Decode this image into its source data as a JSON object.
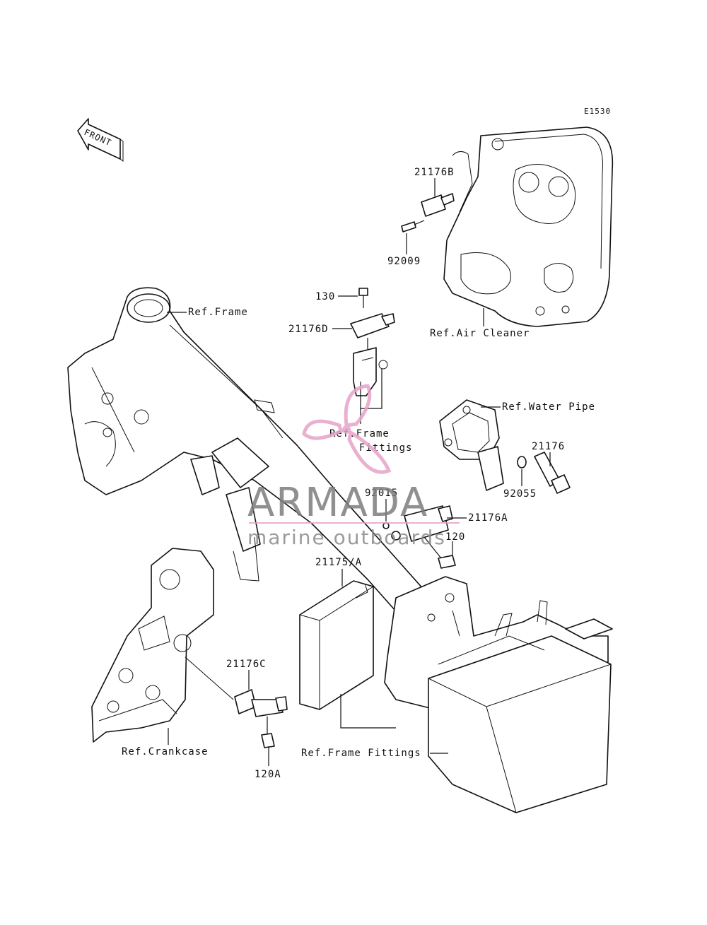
{
  "diagram_code": "E1530",
  "front_label": "FRONT",
  "watermark": {
    "brand": "ARMADA",
    "tagline": "marine outboards",
    "brand_color": "#8a8a8a",
    "logo_color": "#e6a3c8"
  },
  "callouts": {
    "p21176B": "21176B",
    "p92009": "92009",
    "p130": "130",
    "p21176D": "21176D",
    "ref_frame": "Ref.Frame",
    "ref_air_cleaner": "Ref.Air Cleaner",
    "ref_water_pipe": "Ref.Water Pipe",
    "ref_frame_fittings_a": "Ref.Frame",
    "ref_frame_fittings_b": "Fittings",
    "p21176": "21176",
    "p92055": "92055",
    "p92015": "92015",
    "p21176A": "21176A",
    "p120": "120",
    "p21175A": "21175/A",
    "p21176C": "21176C",
    "ref_crankcase": "Ref.Crankcase",
    "p120A": "120A",
    "ref_frame_fittings_bottom": "Ref.Frame Fittings"
  },
  "colors": {
    "line": "#111111",
    "background": "#ffffff"
  }
}
